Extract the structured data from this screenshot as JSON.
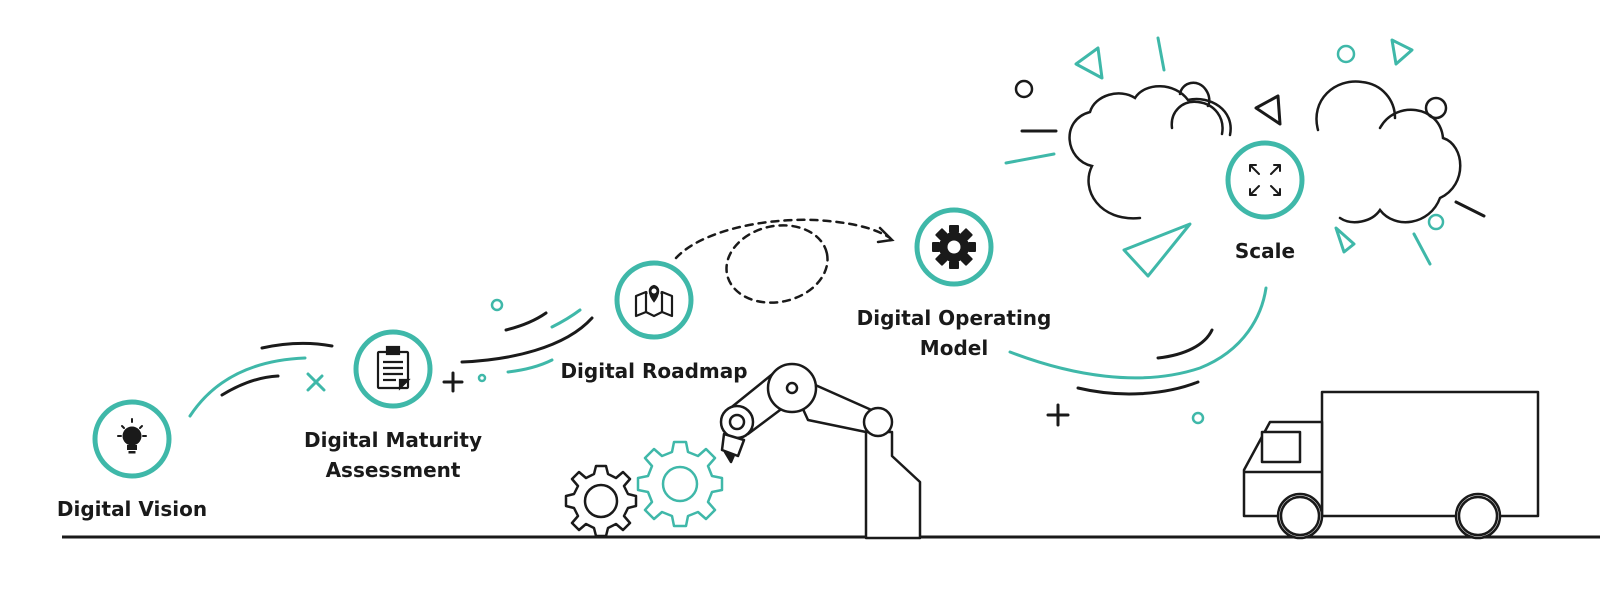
{
  "diagram": {
    "accent_color": "#3fb8a9",
    "ink_color": "#1a1a1a",
    "steps": [
      {
        "id": "digital-vision",
        "lines": [
          "Digital Vision"
        ],
        "icon": "lightbulb-icon"
      },
      {
        "id": "digital-maturity-assessment",
        "lines": [
          "Digital Maturity",
          "Assessment"
        ],
        "icon": "clipboard-icon"
      },
      {
        "id": "digital-roadmap",
        "lines": [
          "Digital Roadmap"
        ],
        "icon": "map-pin-icon"
      },
      {
        "id": "digital-operating-model",
        "lines": [
          "Digital Operating",
          "Model"
        ],
        "icon": "gear-icon"
      },
      {
        "id": "scale",
        "lines": [
          "Scale"
        ],
        "icon": "expand-arrows-icon"
      }
    ],
    "illustrations": [
      "gears-icon",
      "robot-arm-icon",
      "truck-icon",
      "clouds-icon"
    ]
  }
}
